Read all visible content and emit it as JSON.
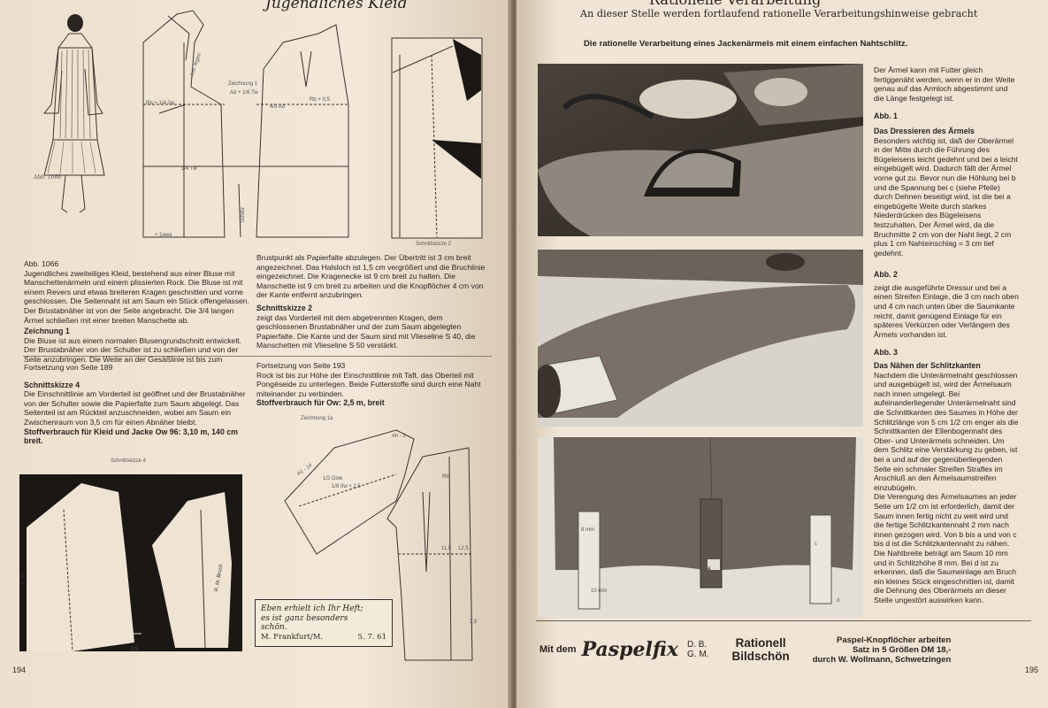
{
  "left_page": {
    "header_script": "Jugendliches Kleid",
    "fig_label": "Abb. 1066",
    "sketch1_label": "Schnittskizze 2",
    "drawing1_label": "Zeichnung 1",
    "drawing1_marks": [
      "Ad + 1/6 Tw",
      "Rb + 1/4 0w",
      "Rb + 0,5",
      "4/3 Ad",
      "1/4 Tw",
      "+ 1weg",
      "Schlitz",
      "zus. legen"
    ],
    "col1_p1": "Jugendliches zweiteiliges Kleid, bestehend aus einer Bluse mit Manschettenärmeln und einem plissierten Rock. Die Bluse ist mit einem Revers und etwas breiteren Kragen geschnitten und vorne geschlossen. Die Seitennaht ist am Saum ein Stück offengelassen. Der Brustabnäher ist von der Seite angebracht. Die 3/4 langen Ärmel schließen mit einer breiten Manschette ab.",
    "col1_h2": "Zeichnung 1",
    "col1_p2": "Die Bluse ist aus einem normalen Blusengrundschnitt entwickelt. Der Brustabnäher von der Schulter ist zu schließen und von der Seite anzubringen. Die Weite an der Gesäßlinie ist bis zum",
    "col2_p1": "Brustpunkt als Papierfalte abzulegen. Der Übertritt ist 3 cm breit angezeichnet. Das Halsloch ist 1,5 cm vergrößert und die Bruchlinie eingezeichnet. Die Kragenecke ist 9 cm breit zu halten. Die Manschette ist 9 cm breit zu arbeiten und die Knopflöcher 4 cm von der Kante entfernt anzubringen.",
    "col2_h2": "Schnittskizze 2",
    "col2_p2": "zeigt das Vorderteil mit dem abgetrennten Kragen, dem geschlossenen Brustabnäher und der zum Saum abgelegten Papierfalte. Die Kante und der Saum sind mit Vlieseline S 40, die Manschetten mit Vlieseline S 50 verstärkt.",
    "cont1_head": "Fortsetzung von Seite 189",
    "cont1_h2": "Schnittskizze 4",
    "cont1_p": "Die Einschnittlinie am Vorderteil ist geöffnet und der Brustabnäher von der Schulter sowie die Papierfalte zum Saum abgelegt. Das Seitenteil ist am Rückteil anzuschneiden, wobei am Saum ein Zwischenraum von 3,5 cm für einen Abnäher bleibt.",
    "cont1_fabric": "Stoffverbrauch für Kleid und Jacke Ow 96: 3,10 m, 140 cm breit.",
    "cont2_head": "Fortsetzung von Seite 193",
    "cont2_p": "Rock ist bis zur Höhe der Einschnittlinie mit Taft, das Oberteil mit Pongéseide zu unterlegen. Beide Futterstoffe sind durch eine Naht miteinander zu verbinden.",
    "cont2_fabric": "Stoffverbrauch für Ow: 2,5 m,     breit",
    "sketch4_label": "Schnittskizze 4",
    "drawing1a_label": "Zeichnung 1a",
    "drawing1a_marks": [
      "Ah - 2",
      "A1 - 14",
      "1/2 Gow",
      "1/8 0w + 2,5",
      "Rb",
      "11,5",
      "12,5",
      "2,5",
      "3,5",
      "V. M.",
      "R. M. Bruch"
    ],
    "letter_lines": [
      "Eben erhielt ich Ihr Heft;",
      "es ist ganz besonders",
      "schön."
    ],
    "letter_sign": "M. Frankfurt/M.",
    "letter_date": "5. 7. 61",
    "page_number": "194"
  },
  "right_page": {
    "header_title": "Rationelle Verarbeitung",
    "header_sub": "An dieser Stelle werden fortlaufend rationelle Verarbeitungshinweise gebracht",
    "section_title": "Die rationelle Verarbeitung eines Jackenärmels mit einem einfachen Nahtschlitz.",
    "intro": "Der Ärmel kann mit Futter gleich fertiggenäht werden, wenn er in der Weite genau auf das Armloch abgestimmt und die Länge festgelegt ist.",
    "abb1": "Abb. 1",
    "abb1_title": "Das Dressieren des Ärmels",
    "abb1_text": "Besonders wichtig ist, daß der Oberärmel in der Mitte durch die Führung des Bügeleisens leicht gedehnt und bei a leicht eingebügelt wird. Dadurch fällt der Ärmel vorne gut zu. Bevor nun die Höhlung bei b und die Spannung bei c (siehe Pfeile) durch Dehnen beseitigt wird, ist die bei a eingebügelte Weite durch starkes Niederdrücken des Bügeleisens festzuhalten. Der Ärmel wird, da die Bruchmitte 2 cm von der Naht liegt, 2 cm plus 1 cm Nahteinschlag = 3 cm tief gedehnt.",
    "abb2": "Abb. 2",
    "abb2_text": "zeigt die ausgeführte Dressur und bei a einen Streifen Einlage, die 3 cm nach oben und 4 cm nach unten über die Saumkante reicht, damit genügend Einlage für ein späteres Verkürzen oder Verlängern des Ärmels vorhanden ist.",
    "abb3": "Abb. 3",
    "abb3_title": "Das Nähen der Schlitzkanten",
    "abb3_text1": "Nachdem die Unterärmelnaht geschlossen und ausgebügelt ist, wird der Ärmelsaum nach innen umgelegt. Bei aufeinanderliegender Unterärmelnaht sind die Schnittkanten des Saumes in Höhe der Schlitzlänge von 5 cm 1/2 cm enger als die Schnittkanten der Ellenbogennaht des Ober- und Unterärmels schneiden. Um dem Schlitz eine Verstärkung zu geben, ist bei a und auf der gegenüberliegenden Seite ein schmaler Streifen Straflex im Anschluß an den Ärmelsaumstreifen einzubügeln.",
    "abb3_text2": "Die Verengung des Ärmelsaumes an jeder Seite um 1/2 cm ist erforderlich, damit der Saum innen fertig nicht zu weit wird und die fertige Schlitzkantennaht 2 mm nach innen gezogen wird. Von b bis a und von c bis d ist die Schlitzkantennaht zu nähen. Die Nahtbreite beträgt am Saum 10 mm und in Schlitzhöhe 8 mm. Bei d ist zu erkennen, daß die Saumeinlage am Bruch ein kleines Stück eingeschnitten ist, damit die Dehnung des Oberärmels an dieser Stelle ungestört auswirken kann.",
    "photo3_marks": [
      "b",
      "a",
      "c",
      "d",
      "8 mm",
      "10 mm"
    ],
    "ad_prefix": "Mit dem",
    "ad_brand": "Paspelfix",
    "ad_patent1": "D. B.",
    "ad_patent2": "G. M.",
    "ad_claim1": "Rationell",
    "ad_claim2": "Bildschön",
    "ad_right1": "Paspel-Knopflöcher arbeiten",
    "ad_right2": "Satz in 5 Größen  DM 18,-",
    "ad_right3": "durch W. Wollmann, Schwetzingen",
    "page_number": "195"
  }
}
